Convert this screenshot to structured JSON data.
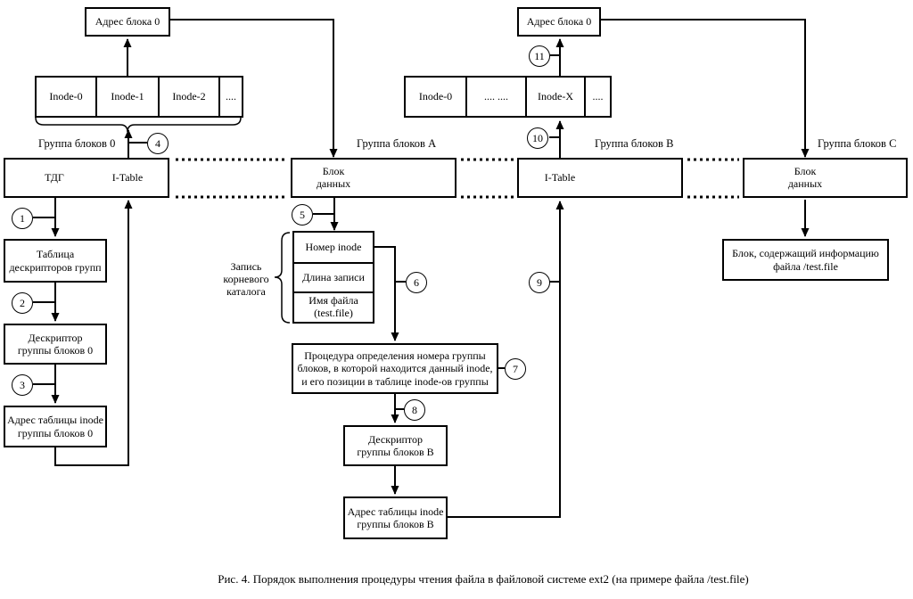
{
  "caption": "Рис. 4. Порядок выполнения процедуры чтения файла в файловой системе ext2 (на примере файла /test.file)",
  "labels": {
    "group0": "Группа блоков  0",
    "groupA": "Группа блоков  А",
    "groupB": "Группа блоков  В",
    "groupC": "Группа блоков  С",
    "root_dir_entry": "Запись\nкорневого\nкаталога"
  },
  "blocks": {
    "addr_block0_left": "Адрес блока 0",
    "addr_block0_right": "Адрес блока 0",
    "tdg_segment": "ТДГ",
    "itable0_segment": "I-Table",
    "data_block_a_segment": "Блок\nданных",
    "itable_b_segment": "I-Table",
    "data_block_c_segment": "Блок\nданных",
    "group_descr_table": "Таблица\nдескрипторов групп",
    "group0_descriptor": "Дескриптор\nгруппы блоков 0",
    "inode_table_addr_0": "Адрес таблицы inode\nгруппы блоков 0",
    "procedure": "Процедура определения номера группы\nблоков, в которой находится данный inode,\nи его позиции в таблице inode-ов группы",
    "groupB_descriptor": "Дескриптор\nгруппы блоков В",
    "inode_table_addr_B": "Адрес таблицы inode\nгруппы блоков В",
    "file_info_block": "Блок, содержащий информацию\nфайла /test.file"
  },
  "dir_entry": {
    "inode_number": "Номер inode",
    "record_length": "Длина записи",
    "file_name": "Имя файла\n(test.file)"
  },
  "inode_rows": {
    "left": [
      "Inode-0",
      "Inode-1",
      "Inode-2",
      "...."
    ],
    "right": [
      "Inode-0",
      ".... ....",
      "Inode-X",
      "...."
    ]
  },
  "steps": [
    "1",
    "2",
    "3",
    "4",
    "5",
    "6",
    "7",
    "8",
    "9",
    "10",
    "11"
  ]
}
